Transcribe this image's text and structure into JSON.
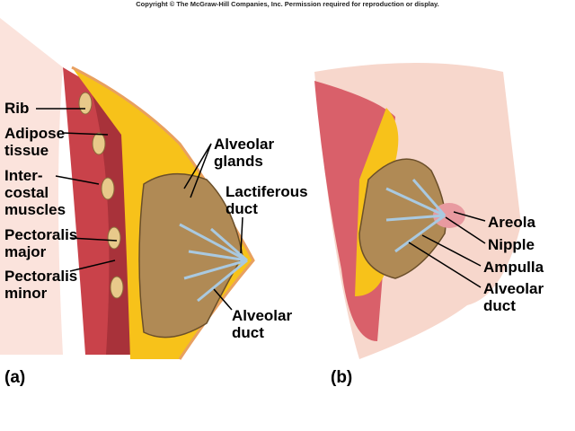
{
  "copyright": "Copyright © The McGraw-Hill Companies, Inc. Permission required for reproduction or display.",
  "panel_a": {
    "label": "(a)",
    "labels": {
      "rib": "Rib",
      "adipose": "Adipose\ntissue",
      "intercostal": "Inter-\ncostal\nmuscles",
      "pect_major": "Pectoralis\nmajor",
      "pect_minor": "Pectoralis\nminor",
      "alveolar_glands": "Alveolar\nglands",
      "lactiferous": "Lactiferous\nduct",
      "alveolar_duct": "Alveolar\nduct"
    }
  },
  "panel_b": {
    "label": "(b)",
    "labels": {
      "areola": "Areola",
      "nipple": "Nipple",
      "ampulla": "Ampulla",
      "alveolar_duct": "Alveolar\nduct"
    }
  },
  "colors": {
    "fat": "#f7c21a",
    "gland": "#b08a55",
    "muscle": "#c9424a",
    "skin": "#f7d7cc",
    "duct": "#a9c9e0"
  }
}
